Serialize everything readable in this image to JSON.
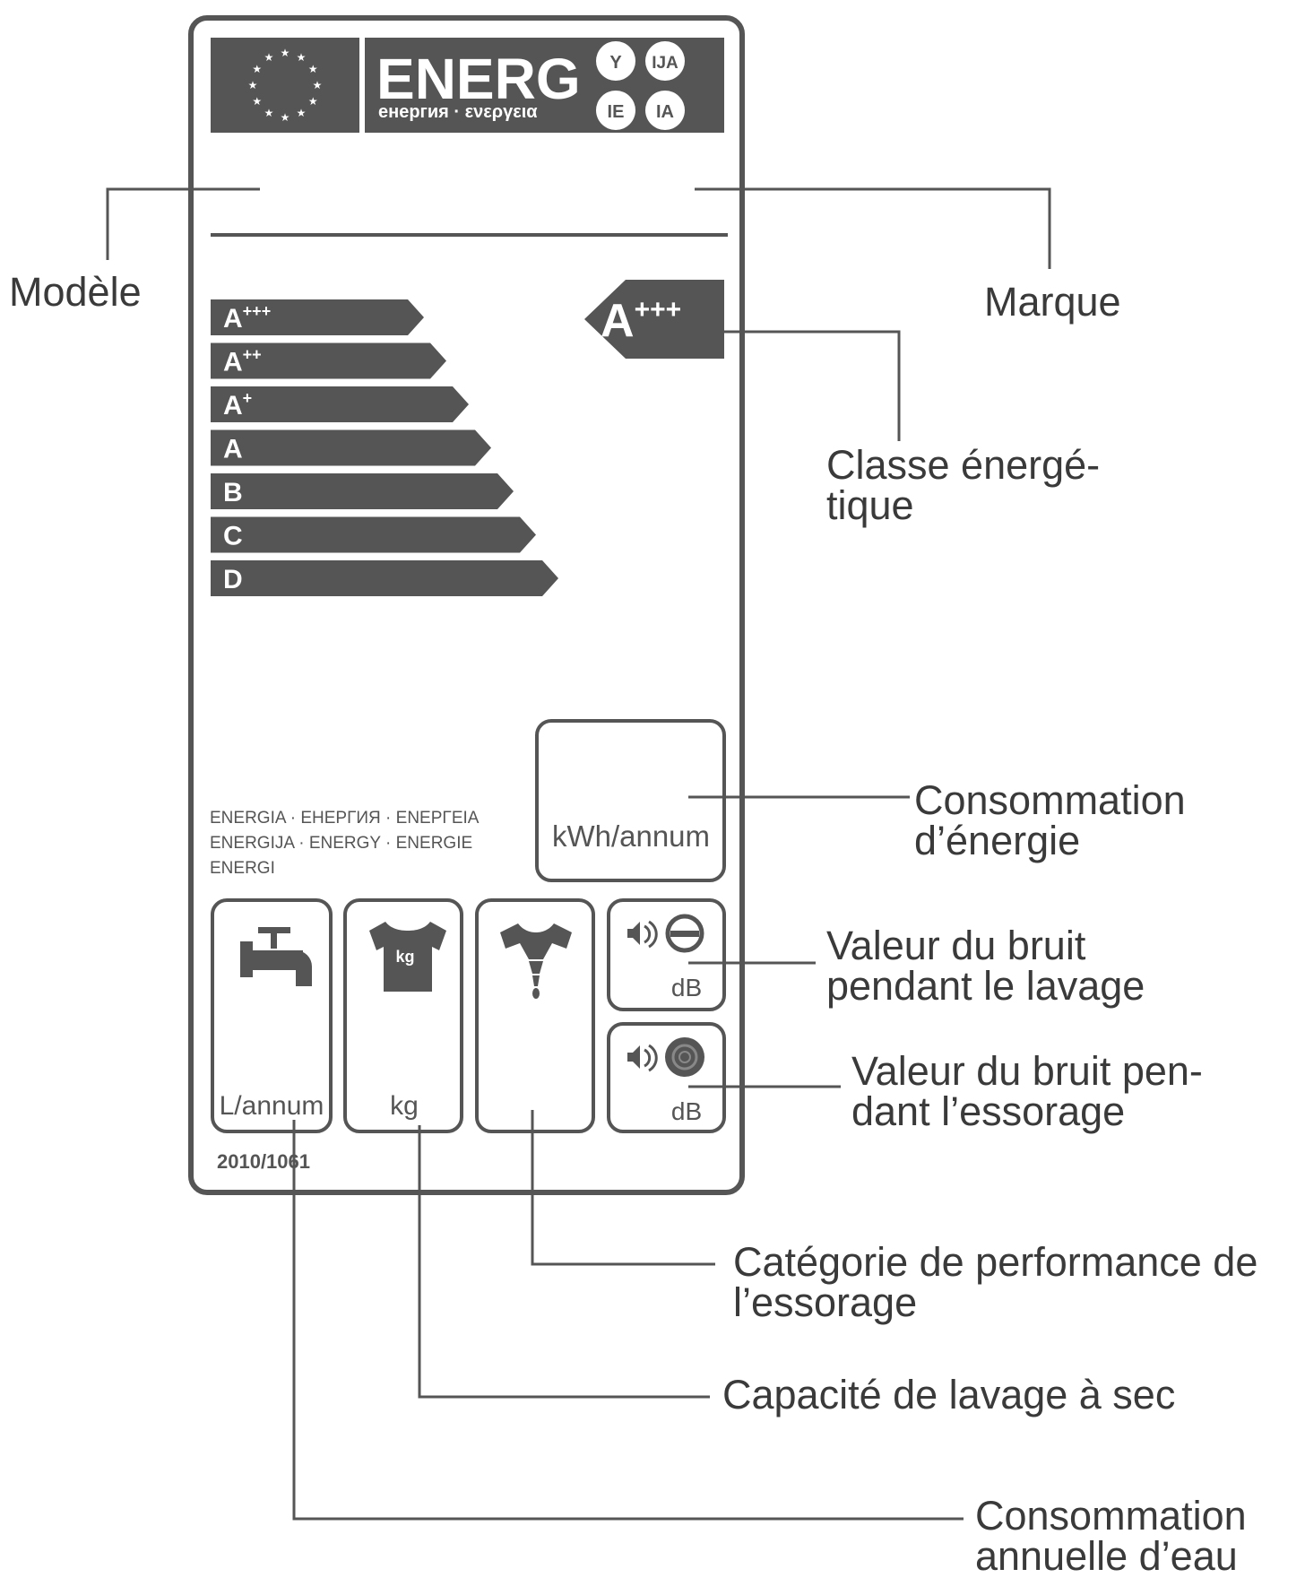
{
  "header": {
    "energ_word": "ENERG",
    "energ_sub": "енергия · ενεργεια",
    "suffix_badges": [
      "Y",
      "IJA",
      "IE",
      "IA"
    ]
  },
  "scale": {
    "classes": [
      "A+++",
      "A++",
      "A+",
      "A",
      "B",
      "C",
      "D"
    ],
    "selected_class": "A+++"
  },
  "energy_words": [
    "ENERGIA · ЕНЕРГИЯ · ΕΝΕΡΓΕΙΑ",
    "ENERGIJA · ENERGY · ENERGIE",
    "ENERGI"
  ],
  "energy_box": {
    "unit": "kWh/annum"
  },
  "water_box": {
    "unit": "L/annum"
  },
  "capacity_box": {
    "unit": "kg",
    "shirt_text": "kg"
  },
  "noise_wash_box": {
    "unit": "dB"
  },
  "noise_spin_box": {
    "unit": "dB"
  },
  "regulation": "2010/1061",
  "callouts": {
    "model": "Modèle",
    "brand": "Marque",
    "energy_class": [
      "Classe énergé-",
      "tique"
    ],
    "energy_consumption": [
      "Consommation",
      "d’énergie"
    ],
    "noise_wash": [
      "Valeur du bruit",
      "pendant le lavage"
    ],
    "noise_spin": [
      "Valeur du bruit pen-",
      "dant l’essorage"
    ],
    "spin_category": [
      "Catégorie de performance de",
      "l’essorage"
    ],
    "dry_capacity": "Capacité de lavage à sec",
    "water_consumption": [
      "Consommation",
      "annuelle d’eau"
    ]
  },
  "colors": {
    "label_dark": "#555555",
    "text_dark": "#3a3a3a",
    "line": "#555555"
  }
}
